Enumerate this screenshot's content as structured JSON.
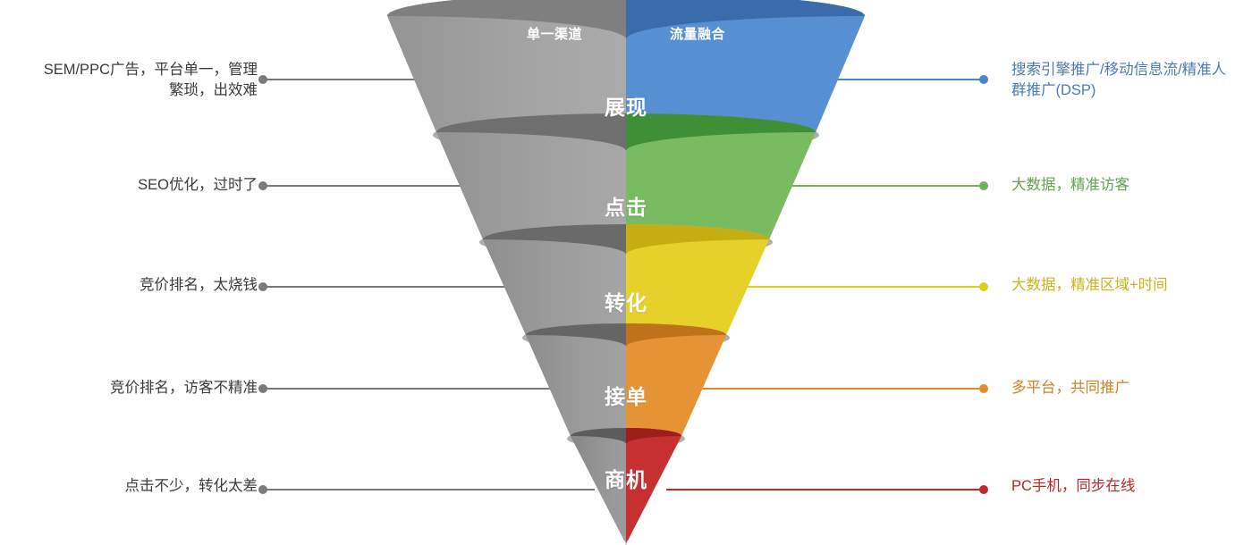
{
  "diagram": {
    "title_left": "单一渠道",
    "title_right": "流量融合",
    "stages": [
      {
        "name": "展现",
        "left_text": "SEM/PPC广告，平台单一，管理\n繁琐，出效难",
        "right_text": "搜索引擎推广/移动信息流/精准人\n群推广(DSP)",
        "color": "#4a84cc",
        "color_dark": "#3a6cab",
        "color_light": "#68a0de",
        "gray": "#9c9c9c",
        "gray_dark": "#7f7f7f",
        "gray_light": "#b4b4b4"
      },
      {
        "name": "点击",
        "left_text": "SEO优化，过时了",
        "right_text": "大数据，精准访客",
        "color": "#6fb557",
        "color_dark": "#3f8f37",
        "color_light": "#85c46d",
        "gray": "#969696",
        "gray_dark": "#6f6f6f",
        "gray_light": "#aeaeae"
      },
      {
        "name": "转化",
        "left_text": "竞价排名，太烧钱",
        "right_text": "大数据，精准区域+时间",
        "color": "#e2cc1e",
        "color_dark": "#c6ae12",
        "color_light": "#ecd93c",
        "gray": "#8f8f8f",
        "gray_dark": "#6a6a6a",
        "gray_light": "#a8a8a8"
      },
      {
        "name": "接单",
        "left_text": "竞价排名，访客不精准",
        "right_text": "多平台，共同推广",
        "color": "#e08b2a",
        "color_dark": "#bf721c",
        "color_light": "#eb9f45",
        "gray": "#8a8a8a",
        "gray_dark": "#656565",
        "gray_light": "#a2a2a2"
      },
      {
        "name": "商机",
        "left_text": "点击不少，转化太差",
        "right_text": "PC手机，同步在线",
        "color": "#c0282a",
        "color_dark": "#9d1d1f",
        "color_light": "#cf3c3a",
        "gray": "#7d7d7d",
        "gray_dark": "#5c5c5c",
        "gray_light": "#949494"
      }
    ],
    "connector_color_left": "#7a7a7a"
  }
}
